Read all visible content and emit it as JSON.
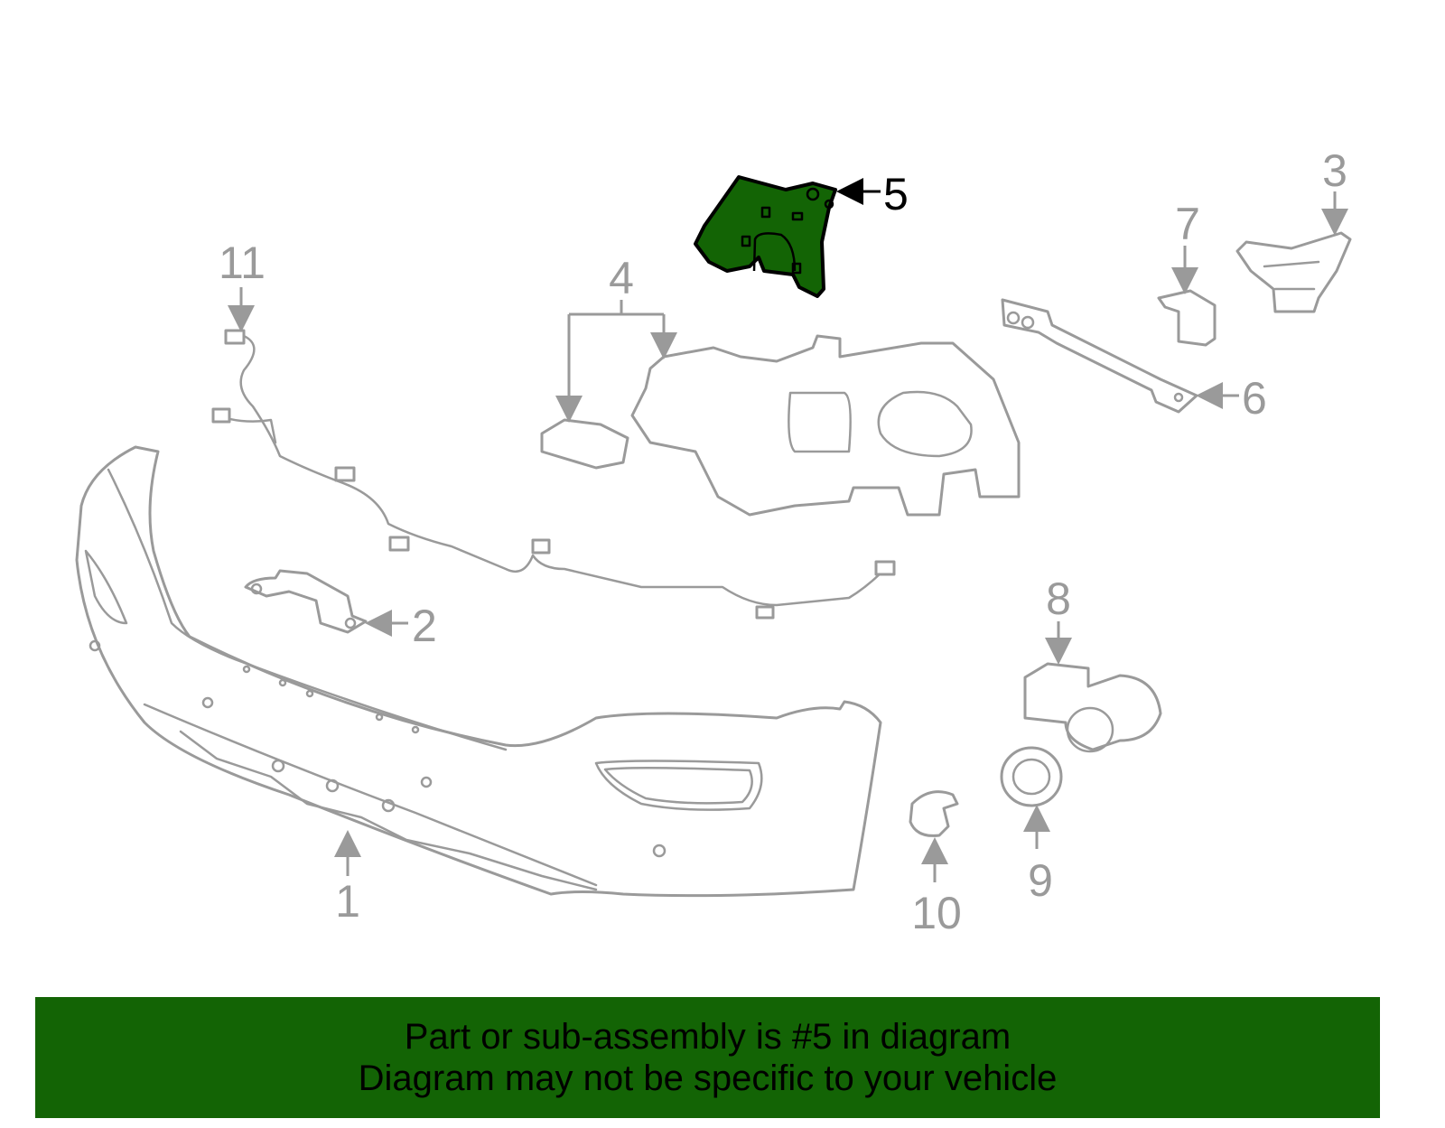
{
  "diagram": {
    "callouts": {
      "1": "1",
      "2": "2",
      "3": "3",
      "4": "4",
      "5": "5",
      "6": "6",
      "7": "7",
      "8": "8",
      "9": "9",
      "10": "10",
      "11": "11"
    },
    "highlighted_part": "5",
    "colors": {
      "highlight": "#136405",
      "line": "#9a9a9a",
      "banner": "#136405"
    }
  },
  "banner": {
    "line1": "Part or sub-assembly is #5 in diagram",
    "line2": "Diagram may not be specific to your vehicle"
  }
}
